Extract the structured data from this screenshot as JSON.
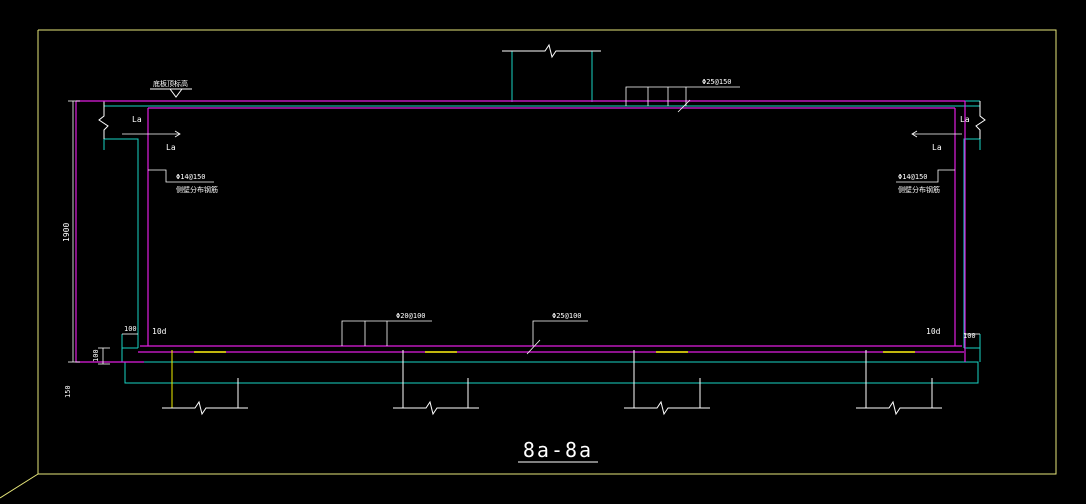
{
  "drawing": {
    "title": "8a-8a",
    "colors": {
      "background": "#000000",
      "frame": "#e6e67a",
      "concrete": "#19d3c5",
      "rebar": "#e01ee0",
      "dimension": "#ffffff",
      "marks": "#f0f000"
    },
    "dimensions": {
      "wall_height": "1900",
      "slab_step": "100",
      "bottom_thickness": "150",
      "cover_left": "100",
      "cover_right": "100"
    },
    "labels": {
      "top_elevation": "底板顶标高",
      "anchorage_top_left": "La",
      "anchorage_top_right": "La",
      "anchorage_lower_left": "La",
      "anchorage_lower_right": "La",
      "dev_left": "10d",
      "dev_right": "10d"
    },
    "rebar_callouts": {
      "top_bar": "Φ25@150",
      "left_wall_bar": "Φ14@150",
      "left_wall_note": "侧壁分布钢筋",
      "right_wall_bar": "Φ14@150",
      "right_wall_note": "侧壁分布钢筋",
      "bottom_bar_a": "Φ20@100",
      "bottom_bar_b": "Φ25@100"
    }
  }
}
